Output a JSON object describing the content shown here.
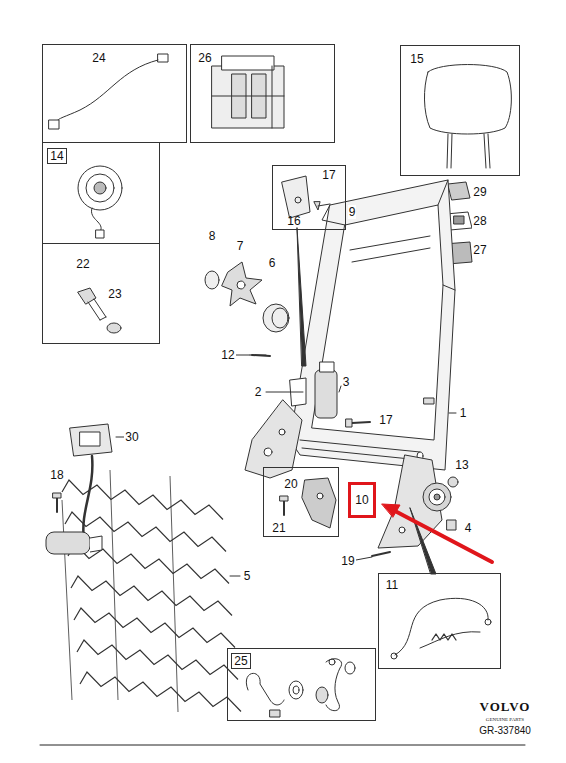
{
  "diagram": {
    "nodes": [
      {
        "text": [
          "24"
        ]
      },
      {
        "text": [
          "26"
        ]
      },
      {
        "text": [
          "15"
        ]
      },
      {
        "text": [
          "14"
        ]
      },
      {
        "text": [
          "22",
          "23"
        ]
      },
      {
        "text": [
          "17",
          "16"
        ]
      },
      {
        "text": [
          "20",
          "21"
        ]
      },
      {
        "text": [
          "10"
        ]
      },
      {
        "text": [
          "11"
        ]
      },
      {
        "text": [
          "25"
        ]
      }
    ],
    "labels": [
      "9",
      "29",
      "28",
      "27",
      "8",
      "7",
      "6",
      "12",
      "2",
      "3",
      "17",
      "1",
      "13",
      "4",
      "30",
      "18",
      "19",
      "5",
      "VOLVO",
      "GENUINE PARTS",
      "GR-337840"
    ]
  }
}
